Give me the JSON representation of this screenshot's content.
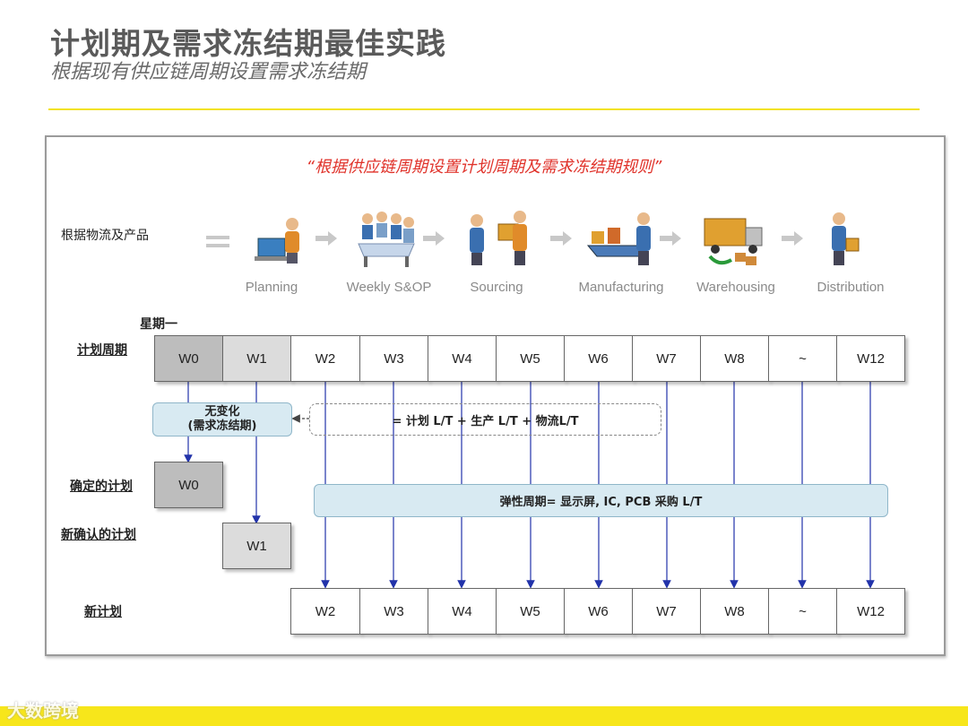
{
  "header": {
    "title": "计划期及需求冻结期最佳实践",
    "subtitle": "根据现有供应链周期设置需求冻结期"
  },
  "diagram": {
    "quote": "“根据供应链周期设置计划周期及需求冻结期规则”",
    "basis_label": "根据物流及产品",
    "stages": [
      {
        "label": "Planning",
        "icon": "planning-person-icon"
      },
      {
        "label": "Weekly S&OP",
        "icon": "meeting-group-icon"
      },
      {
        "label": "Sourcing",
        "icon": "handshake-supplier-icon"
      },
      {
        "label": "Manufacturing",
        "icon": "factory-worker-icon"
      },
      {
        "label": "Warehousing",
        "icon": "truck-warehouse-icon"
      },
      {
        "label": "Distribution",
        "icon": "delivery-person-icon"
      }
    ],
    "monday_label": "星期一",
    "plan_cycle_label": "计划周期",
    "plan_weeks": [
      "W0",
      "W1",
      "W2",
      "W3",
      "W4",
      "W5",
      "W6",
      "W7",
      "W8",
      "~",
      "W12"
    ],
    "no_change_box": {
      "line1": "无变化",
      "line2": "(需求冻结期)"
    },
    "lt_formula": "= 计划 L/T + 生产 L/T + 物流L/T",
    "confirmed_plan_label": "确定的计划",
    "confirmed_week": "W0",
    "new_confirmed_label": "新确认的计划",
    "new_confirmed_week": "W1",
    "flex_period": "弹性周期= 显示屏, IC, PCB 采购 L/T",
    "new_plan_label": "新计划",
    "new_plan_weeks": [
      "W2",
      "W3",
      "W4",
      "W5",
      "W6",
      "W7",
      "W8",
      "~",
      "W12"
    ],
    "colors": {
      "accent_red": "#e0332b",
      "yellow": "#f2e21e",
      "box_blue": "#d8eaf2",
      "arrow_blue": "#2233aa"
    }
  },
  "footer": {
    "watermark": "大数跨境"
  }
}
